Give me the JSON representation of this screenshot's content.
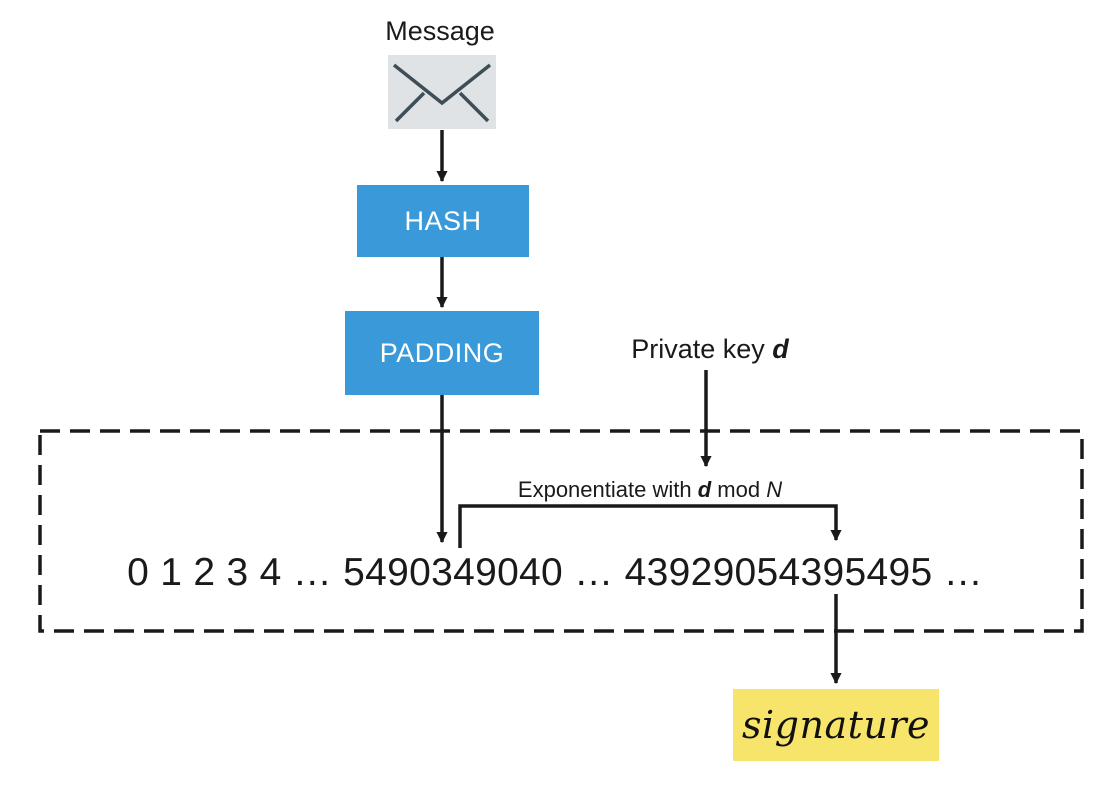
{
  "message": {
    "label": "Message",
    "icon": "envelope-icon"
  },
  "hash": {
    "label": "HASH"
  },
  "padding": {
    "label": "PADDING"
  },
  "private_key": {
    "label": "Private key",
    "symbol": "d"
  },
  "exponentiate": {
    "label": "Exponentiate with",
    "symbol": "d",
    "mod": "mod",
    "modulus": "N"
  },
  "sequence": {
    "text": "0 1 2 3 4 … 5490349040 … 43929054395495 …"
  },
  "signature": {
    "label": "signature"
  },
  "colors": {
    "box_blue": "#3a9ad9",
    "envelope_gray": "#dfe3e6",
    "signature_yellow": "#f7e46b",
    "arrow": "#1a1a1a"
  }
}
